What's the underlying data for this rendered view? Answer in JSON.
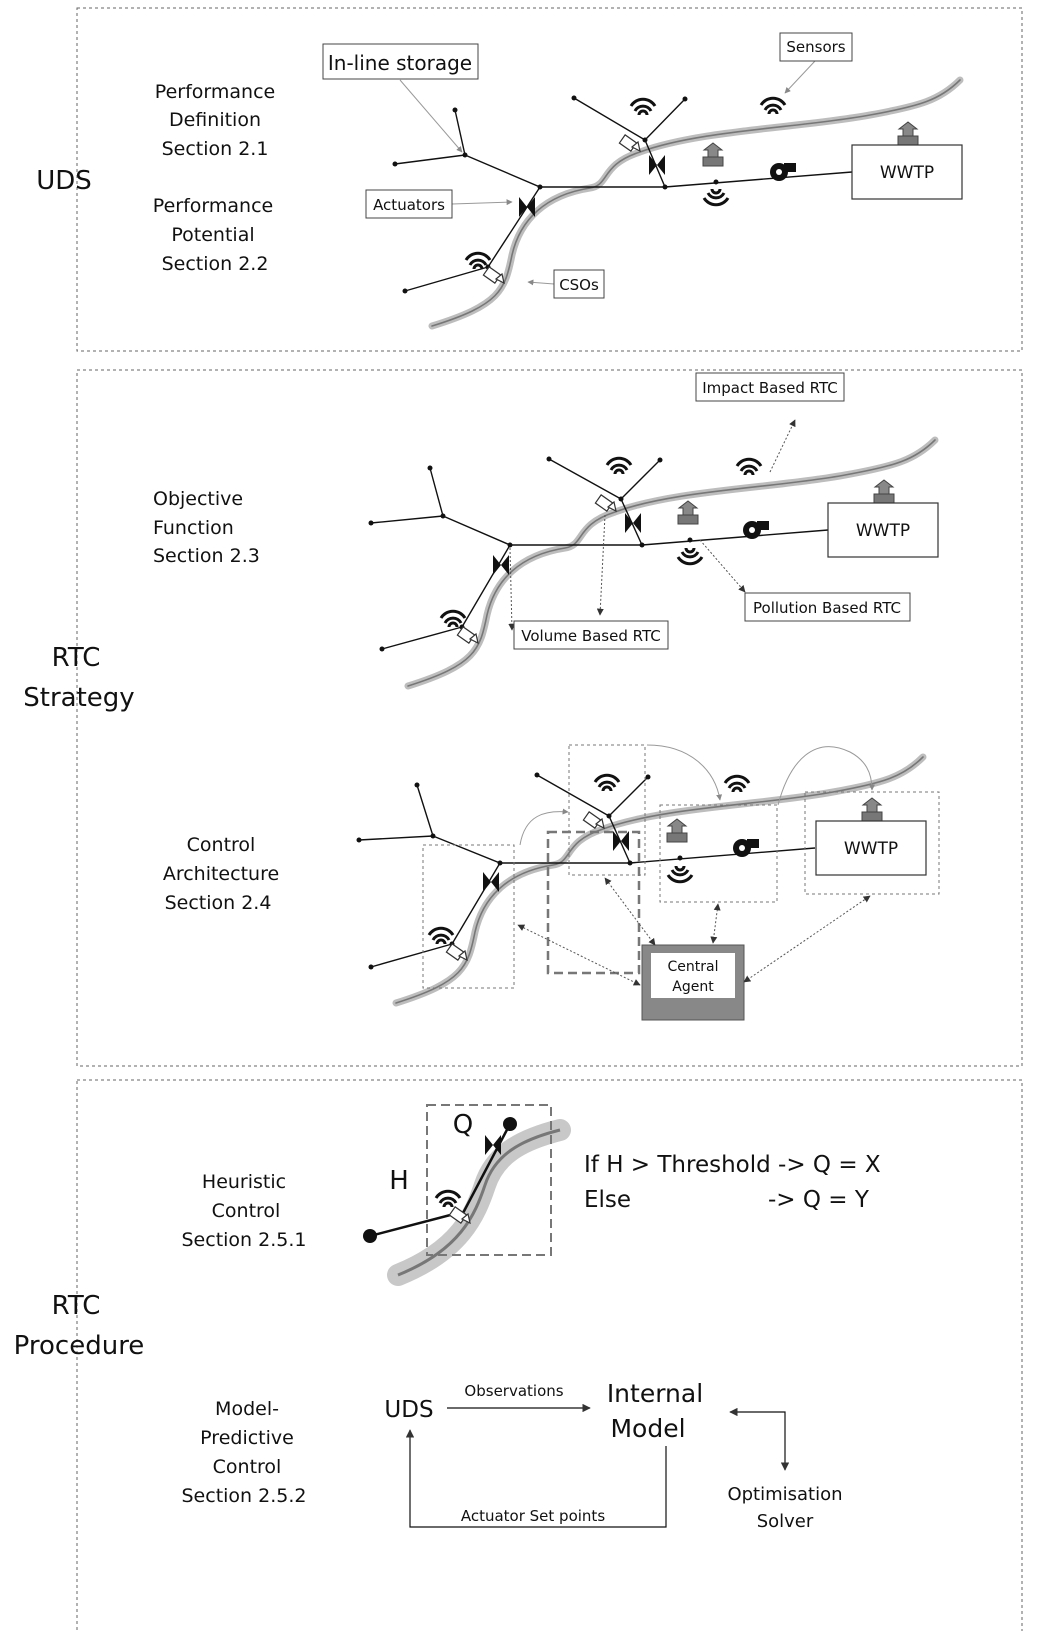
{
  "left_labels": {
    "uds": "UDS",
    "rtc_strategy_1": "RTC",
    "rtc_strategy_2": "Strategy",
    "rtc_procedure_1": "RTC",
    "rtc_procedure_2": "Procedure"
  },
  "panel1": {
    "perf_def": [
      "Performance",
      "Definition",
      "Section 2.1"
    ],
    "perf_pot": [
      "Performance",
      "Potential",
      "Section 2.2"
    ],
    "inline_storage": "In-line storage",
    "sensors": "Sensors",
    "actuators": "Actuators",
    "csos": "CSOs",
    "wwtp": "WWTP"
  },
  "panel2": {
    "objective": [
      "Objective",
      "Function",
      "Section 2.3"
    ],
    "impact_rtc": "Impact Based RTC",
    "pollution_rtc": "Pollution Based RTC",
    "volume_rtc": "Volume Based RTC",
    "wwtp": "WWTP",
    "control_arch": [
      "Control",
      "Architecture",
      "Section 2.4"
    ],
    "wwtp2": "WWTP",
    "central_agent": [
      "Central",
      "Agent"
    ]
  },
  "panel3": {
    "heuristic": [
      "Heuristic",
      "Control",
      "Section 2.5.1"
    ],
    "q": "Q",
    "h": "H",
    "rule1": "If H > Threshold -> Q = X",
    "rule2_a": "Else",
    "rule2_b": "-> Q = Y",
    "mpc": [
      "Model-",
      "Predictive",
      "Control",
      "Section 2.5.2"
    ],
    "uds": "UDS",
    "observations": "Observations",
    "internal_model": [
      "Internal",
      "Model"
    ],
    "optimisation": [
      "Optimisation",
      "Solver"
    ],
    "actuator_setpoints": "Actuator Set points"
  },
  "icons": [
    "wifi-sensor-icon",
    "valve-actuator-icon",
    "camera-sensor-icon",
    "pump-icon",
    "outlet-icon"
  ]
}
